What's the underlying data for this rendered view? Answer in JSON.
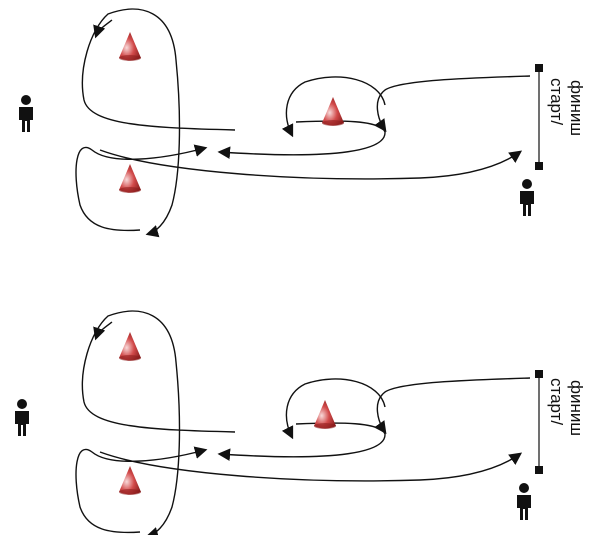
{
  "diagrams": [
    {
      "label_line1": "старт/",
      "label_line2": "финиш"
    },
    {
      "label_line1": "старт/",
      "label_line2": "финиш"
    }
  ],
  "colors": {
    "cone": "#c0392b",
    "cone_highlight": "#f6d6d6",
    "ink": "#111111"
  },
  "icons": [
    "person-icon",
    "cone-icon",
    "gate-post-icon",
    "arrow-path"
  ]
}
